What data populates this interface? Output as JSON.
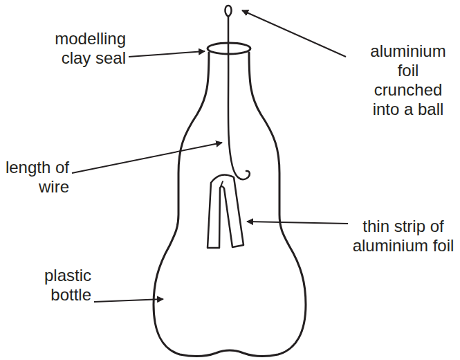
{
  "diagram": {
    "labels": [
      "aluminium foil crunched into a ball",
      "modelling clay seal",
      "length of wire",
      "thin strip of aluminium foil",
      "plastic bottle"
    ]
  }
}
